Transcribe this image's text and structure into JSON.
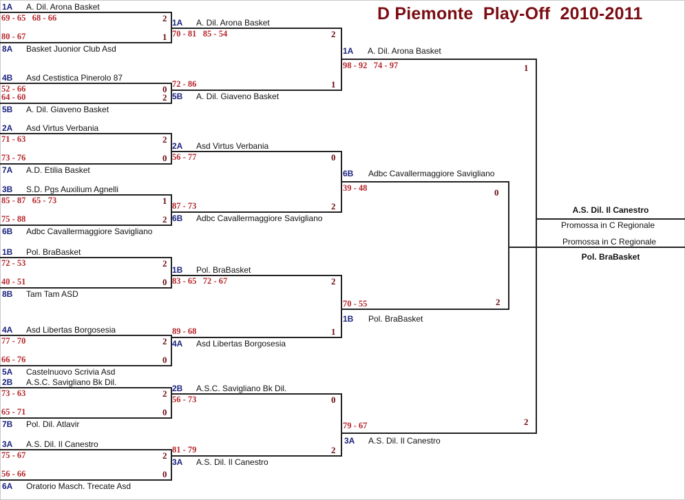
{
  "title": "D Piemonte  Play-Off  2010-2011",
  "round1": [
    {
      "top": {
        "seed": "1A",
        "team": "A. Dil. Arona Basket",
        "scores": "69 - 65   68 - 66",
        "wins": "2"
      },
      "bottom": {
        "seed": "8A",
        "team": "Basket Juonior Club Asd",
        "scores": "80 - 67",
        "wins": "1"
      }
    },
    {
      "top": {
        "seed": "4B",
        "team": "Asd Cestistica Pinerolo 87",
        "scores": "52 - 66",
        "wins": "0"
      },
      "bottom": {
        "seed": "5B",
        "team": "A. Dil. Giaveno Basket",
        "scores": "64 - 60",
        "wins": "2"
      }
    },
    {
      "top": {
        "seed": "2A",
        "team": "Asd Virtus Verbania",
        "scores": "71 - 63",
        "wins": "2"
      },
      "bottom": {
        "seed": "7A",
        "team": "A.D. Etilia Basket",
        "scores": "73 - 76",
        "wins": "0"
      }
    },
    {
      "top": {
        "seed": "3B",
        "team": "S.D. Pgs Auxilium Agnelli",
        "scores": "85 - 87   65 - 73",
        "wins": "1"
      },
      "bottom": {
        "seed": "6B",
        "team": "Adbc Cavallermaggiore Savigliano",
        "scores": "75 - 88",
        "wins": "2"
      }
    },
    {
      "top": {
        "seed": "1B",
        "team": "Pol. BraBasket",
        "scores": "72 - 53",
        "wins": "2"
      },
      "bottom": {
        "seed": "8B",
        "team": "Tam Tam ASD",
        "scores": "40 - 51",
        "wins": "0"
      }
    },
    {
      "top": {
        "seed": "4A",
        "team": "Asd Libertas Borgosesia",
        "scores": "77 - 70",
        "wins": "2"
      },
      "bottom": {
        "seed": "5A",
        "team": "Castelnuovo Scrivia Asd",
        "scores": "66 - 76",
        "wins": "0"
      }
    },
    {
      "top": {
        "seed": "2B",
        "team": "A.S.C. Savigliano Bk Dil.",
        "scores": "73 - 63",
        "wins": "2"
      },
      "bottom": {
        "seed": "7B",
        "team": "Pol. Dil. Atlavir",
        "scores": "65 - 71",
        "wins": "0"
      }
    },
    {
      "top": {
        "seed": "3A",
        "team": "A.S. Dil. Il Canestro",
        "scores": "75 - 67",
        "wins": "2"
      },
      "bottom": {
        "seed": "6A",
        "team": "Oratorio Masch. Trecate Asd",
        "scores": "56 - 66",
        "wins": "0"
      }
    }
  ],
  "round2": [
    {
      "top": {
        "seed": "1A",
        "team": "A. Dil. Arona Basket",
        "scores": "70 - 81   85 - 54",
        "wins": "2"
      },
      "bottom": {
        "seed": "5B",
        "team": "A. Dil. Giaveno Basket",
        "scores": "72 - 86",
        "wins": "1"
      }
    },
    {
      "top": {
        "seed": "2A",
        "team": "Asd Virtus Verbania",
        "scores": "56 - 77",
        "wins": "0"
      },
      "bottom": {
        "seed": "6B",
        "team": "Adbc Cavallermaggiore Savigliano",
        "scores": "87 - 73",
        "wins": "2"
      }
    },
    {
      "top": {
        "seed": "1B",
        "team": "Pol. BraBasket",
        "scores": "83 - 65   72 - 67",
        "wins": "2"
      },
      "bottom": {
        "seed": "4A",
        "team": "Asd Libertas Borgosesia",
        "scores": "89 - 68",
        "wins": "1"
      }
    },
    {
      "top": {
        "seed": "2B",
        "team": "A.S.C. Savigliano Bk Dil.",
        "scores": "56 - 73",
        "wins": "0"
      },
      "bottom": {
        "seed": "3A",
        "team": "A.S. Dil. Il Canestro",
        "scores": "81 - 79",
        "wins": "2"
      }
    }
  ],
  "round3": [
    {
      "top": {
        "seed": "1A",
        "team": "A. Dil. Arona Basket",
        "scores": "98 - 92   74 - 97",
        "wins": "1"
      },
      "bottom": {
        "seed": "3A",
        "team": "A.S. Dil. Il Canestro",
        "scores": "79 - 67",
        "wins": "2"
      }
    },
    {
      "top": {
        "seed": "6B",
        "team": "Adbc Cavallermaggiore Savigliano",
        "scores": "39 - 48",
        "wins": "0"
      },
      "bottom": {
        "seed": "1B",
        "team": "Pol. BraBasket",
        "scores": "70 - 55",
        "wins": "2"
      }
    }
  ],
  "final": {
    "winner_top": "A.S. Dil. Il Canestro",
    "note_top": "Promossa in C Regionale",
    "note_bottom": "Promossa in C Regionale",
    "winner_bottom": "Pol. BraBasket"
  }
}
